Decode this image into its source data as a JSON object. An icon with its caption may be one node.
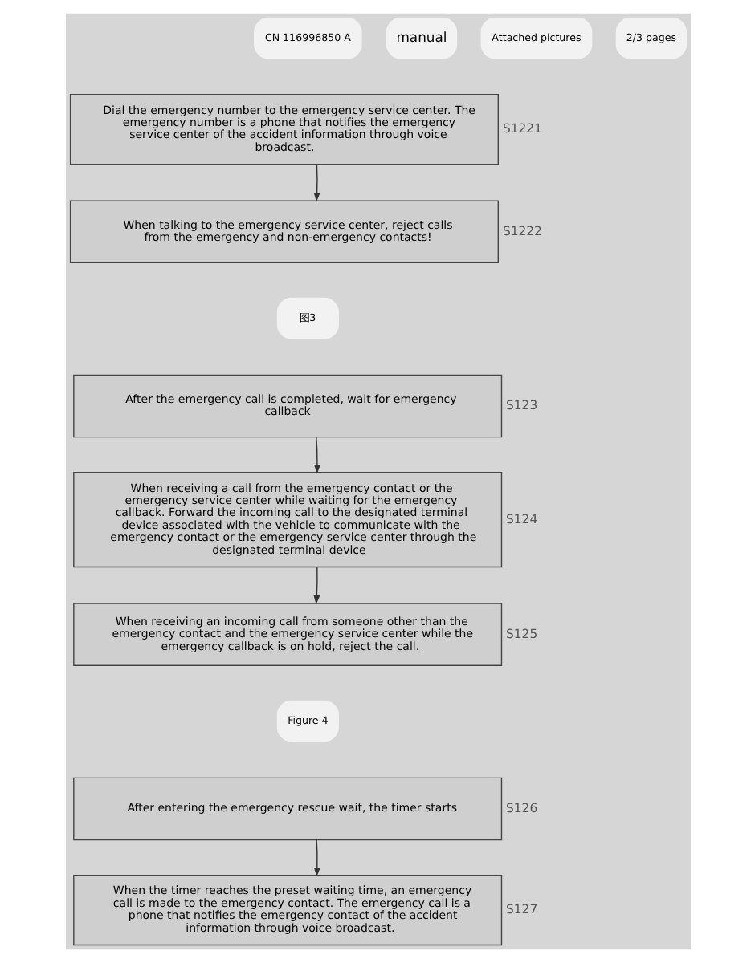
{
  "diagram": {
    "nodes": [
      {
        "text": [
          "Dial the emergency number to the emergency service center. The emergency number is a phone that notifies the emergency service center of the accident information through voice broadcast."
        ],
        "beside": [
          "S1221"
        ]
      },
      {
        "text": [
          "When talking to the emergency service center, reject calls from the emergency and non-emergency contacts!"
        ],
        "beside": [
          "S1222"
        ]
      },
      {
        "text": [
          "After the emergency call is completed, wait for emergency callback"
        ],
        "beside": [
          "S123"
        ]
      },
      {
        "text": [
          "When receiving a call from the emergency contact or the emergency service center while waiting for the emergency callback. Forward the incoming call to the designated terminal device associated with the vehicle to communicate with the emergency contact or the emergency service center through the designated terminal device"
        ],
        "beside": [
          "S124"
        ]
      },
      {
        "text": [
          "When receiving an incoming call from someone other than the emergency contact and the emergency service center while the emergency callback is on hold, reject the call."
        ],
        "beside": [
          "S125"
        ]
      },
      {
        "text": [
          "After entering the emergency rescue wait, the timer starts"
        ],
        "beside": [
          "S126"
        ]
      },
      {
        "text": [
          "When the timer reaches the preset waiting time, an emergency call is made to the emergency contact. The emergency call is a phone that notifies the emergency contact of the accident information through voice broadcast."
        ],
        "beside": [
          "S127"
        ]
      }
    ],
    "edges": [
      {
        "from": 0,
        "to": 1,
        "arrow": "to"
      },
      {
        "from": 2,
        "to": 3,
        "arrow": "to"
      },
      {
        "from": 3,
        "to": 4,
        "arrow": "to"
      },
      {
        "from": 5,
        "to": 6,
        "arrow": "to"
      }
    ],
    "labels": [
      "CN 116996850 A",
      "manual",
      "Attached pictures",
      "2/3 pages",
      "图3",
      "Figure 4"
    ]
  }
}
